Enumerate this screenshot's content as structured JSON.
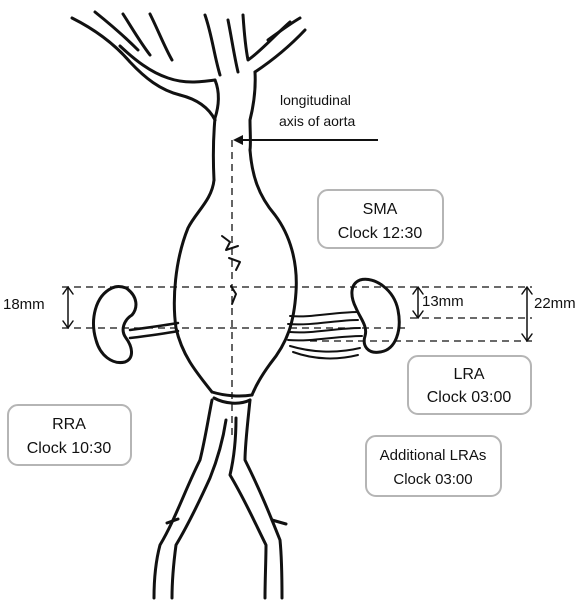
{
  "annotations": {
    "axis_line1": "longitudinal",
    "axis_line2": "axis of aorta",
    "dist_left": "18mm",
    "dist_mid": "13mm",
    "dist_right": "22mm"
  },
  "boxes": {
    "sma": {
      "line1": "SMA",
      "line2": "Clock 12:30"
    },
    "lra": {
      "line1": "LRA",
      "line2": "Clock 03:00"
    },
    "rra": {
      "line1": "RRA",
      "line2": "Clock 10:30"
    },
    "additional": {
      "line1": "Additional LRAs",
      "line2": "Clock 03:00"
    }
  },
  "colors": {
    "ink": "#111111",
    "box_border": "#b5b5b5",
    "background": "#ffffff"
  }
}
